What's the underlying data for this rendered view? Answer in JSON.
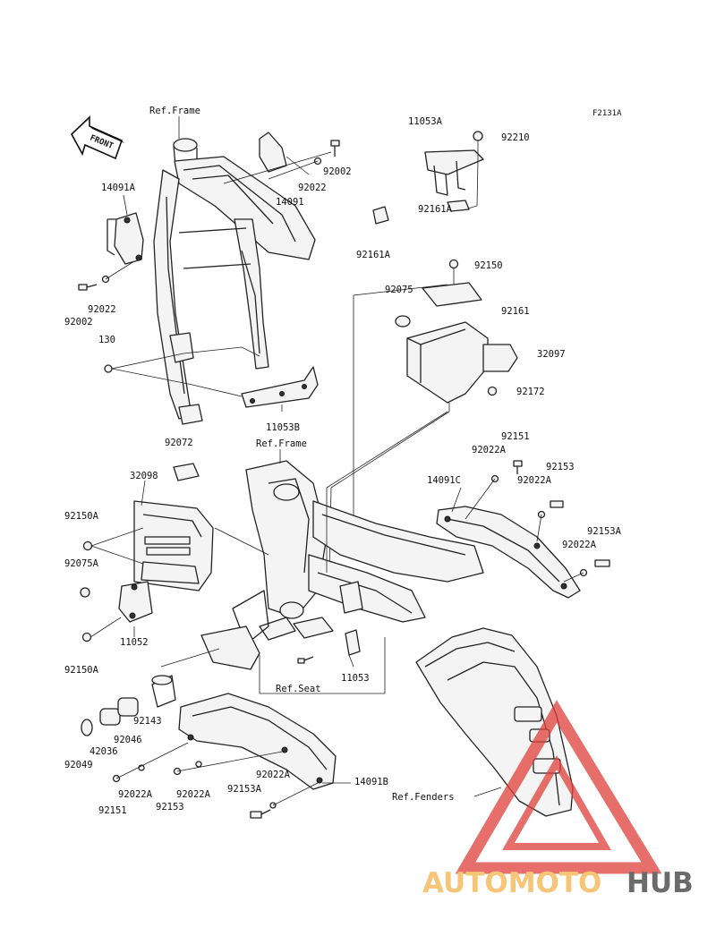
{
  "diagram_code": "F2131A",
  "front_label": "FRONT",
  "watermark": {
    "brand_part1": "AUTOMOTO",
    "brand_part2": "HUB",
    "color_part1": "#f4b24a",
    "color_part2": "#3a3a3a",
    "logo_color": "#e0403a"
  },
  "labels": {
    "ref_frame_top": "Ref.Frame",
    "p11053a": "11053A",
    "p92210": "92210",
    "p92002_top": "92002",
    "p92022_top": "92022",
    "p14091": "14091",
    "p14091a": "14091A",
    "p92161a_1": "92161A",
    "p92161a_2": "92161A",
    "p92022_left": "92022",
    "p92002_left": "92002",
    "p130": "130",
    "p92150": "92150",
    "p92075": "92075",
    "p92161": "92161",
    "p32097": "32097",
    "p92172": "92172",
    "p11053b": "11053B",
    "p92072": "92072",
    "ref_frame_mid": "Ref.Frame",
    "p92151_top": "92151",
    "p92022a_1": "92022A",
    "p92153": "92153",
    "p14091c": "14091C",
    "p92022a_2": "92022A",
    "p32098": "32098",
    "p92150a_1": "92150A",
    "p92153a_1": "92153A",
    "p92022a_3": "92022A",
    "p92075a": "92075A",
    "p11052": "11052",
    "p92150a_2": "92150A",
    "p11053": "11053",
    "ref_seat": "Ref.Seat",
    "p92143": "92143",
    "p92046": "92046",
    "p42036": "42036",
    "p92049": "92049",
    "p92022a_4": "92022A",
    "p14091b": "14091B",
    "p92153a_2": "92153A",
    "ref_fenders": "Ref.Fenders",
    "p92022a_5": "92022A",
    "p92022a_6": "92022A",
    "p92151_bottom": "92151",
    "p92153_bottom": "92153"
  }
}
